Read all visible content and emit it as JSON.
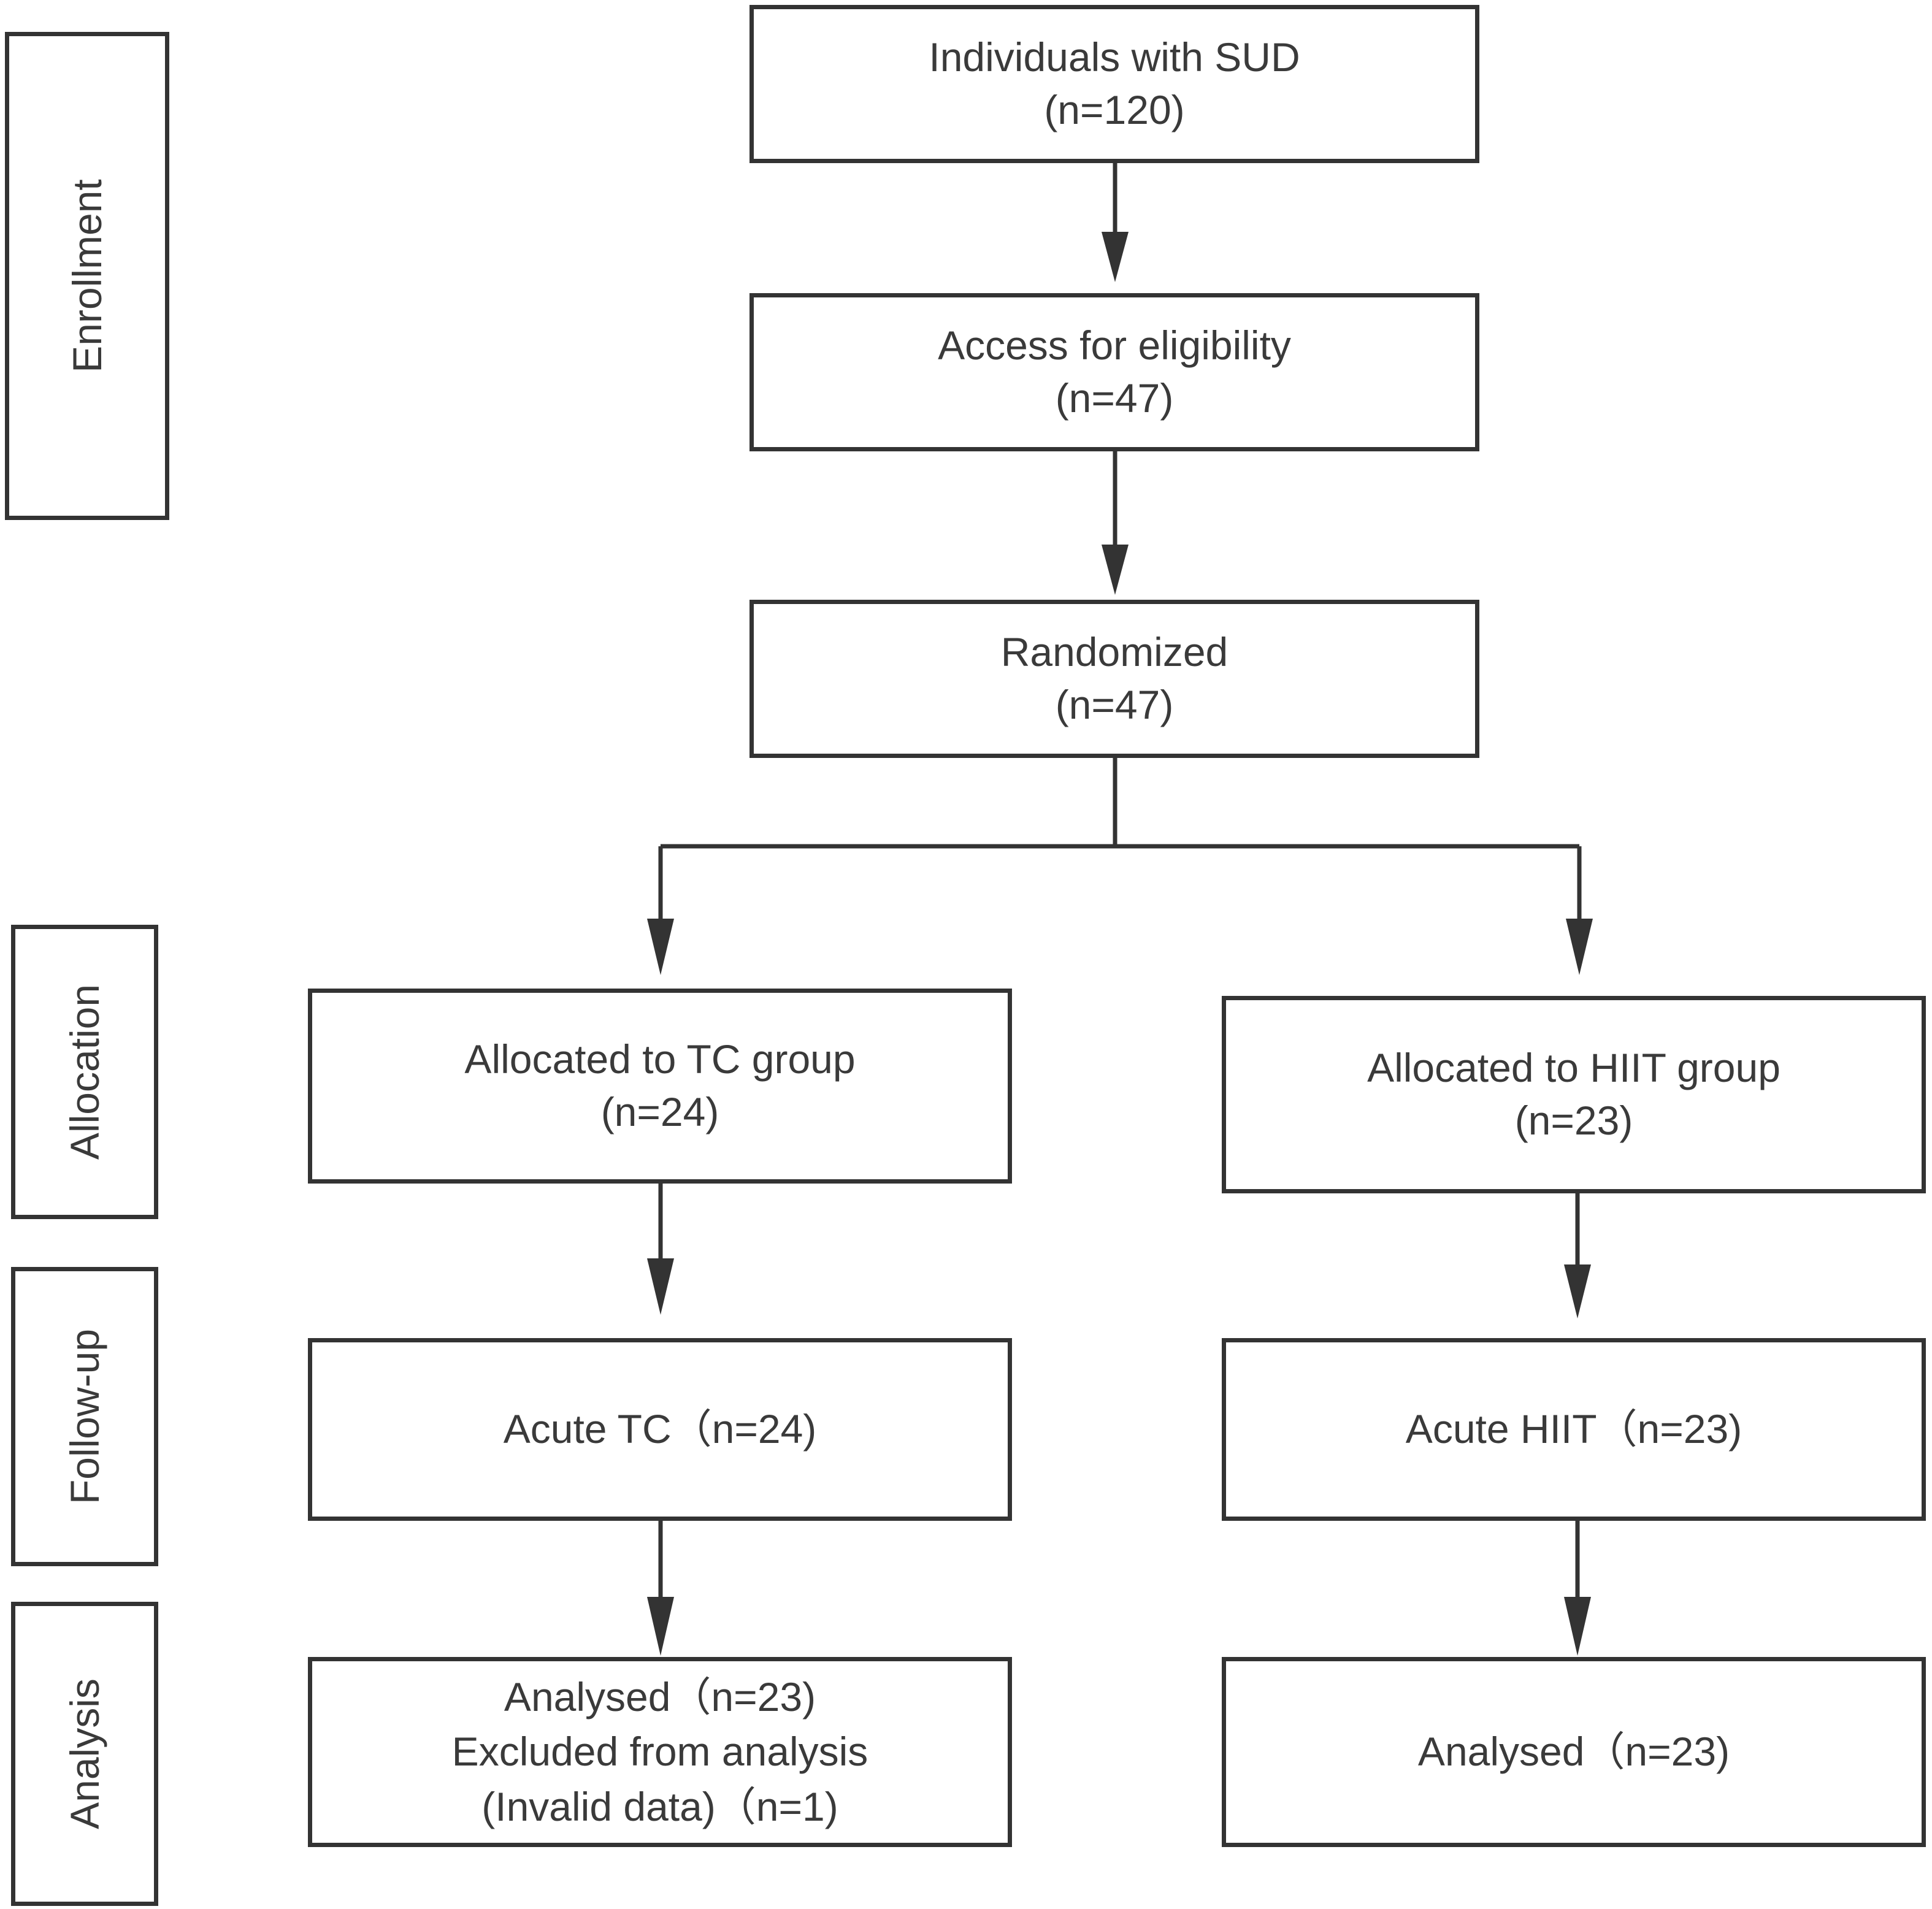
{
  "stages": {
    "enrollment": "Enrollment",
    "allocation": "Allocation",
    "follow_up": "Follow-up",
    "analysis": "Analysis"
  },
  "boxes": {
    "individuals": {
      "line1": "Individuals with SUD",
      "line2": "(n=120)"
    },
    "eligibility": {
      "line1": "Access for eligibility",
      "line2": "(n=47)"
    },
    "randomized": {
      "line1": "Randomized",
      "line2": "(n=47)"
    },
    "tc_allocated": {
      "line1": "Allocated to TC group",
      "line2": "(n=24)"
    },
    "hiit_allocated": {
      "line1": "Allocated to HIIT group",
      "line2": "(n=23)"
    },
    "tc_acute": {
      "line1": "Acute TC（n=24)"
    },
    "hiit_acute": {
      "line1": "Acute HIIT（n=23)"
    },
    "tc_analysed": {
      "line1": "Analysed（n=23)",
      "line2": "Excluded from analysis",
      "line3": "(Invalid data)（n=1)"
    },
    "hiit_analysed": {
      "line1": "Analysed（n=23)"
    }
  }
}
